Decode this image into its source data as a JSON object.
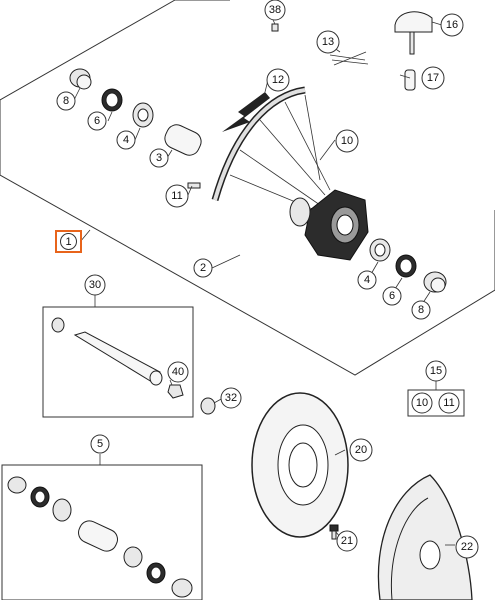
{
  "diagram": {
    "accent_color": "#e8641b",
    "callouts": {
      "c1": "1",
      "c2": "2",
      "c3": "3",
      "c4a": "4",
      "c4b": "4",
      "c5": "5",
      "c6a": "6",
      "c6b": "6",
      "c8a": "8",
      "c8b": "8",
      "c10": "10",
      "c11": "11",
      "c12": "12",
      "c13": "13",
      "c15": "15",
      "c15_10": "10",
      "c15_11": "11",
      "c16": "16",
      "c17": "17",
      "c20": "20",
      "c21": "21",
      "c22": "22",
      "c30": "30",
      "c32": "32",
      "c38": "38",
      "c40": "40"
    },
    "selected_callout": "1"
  }
}
